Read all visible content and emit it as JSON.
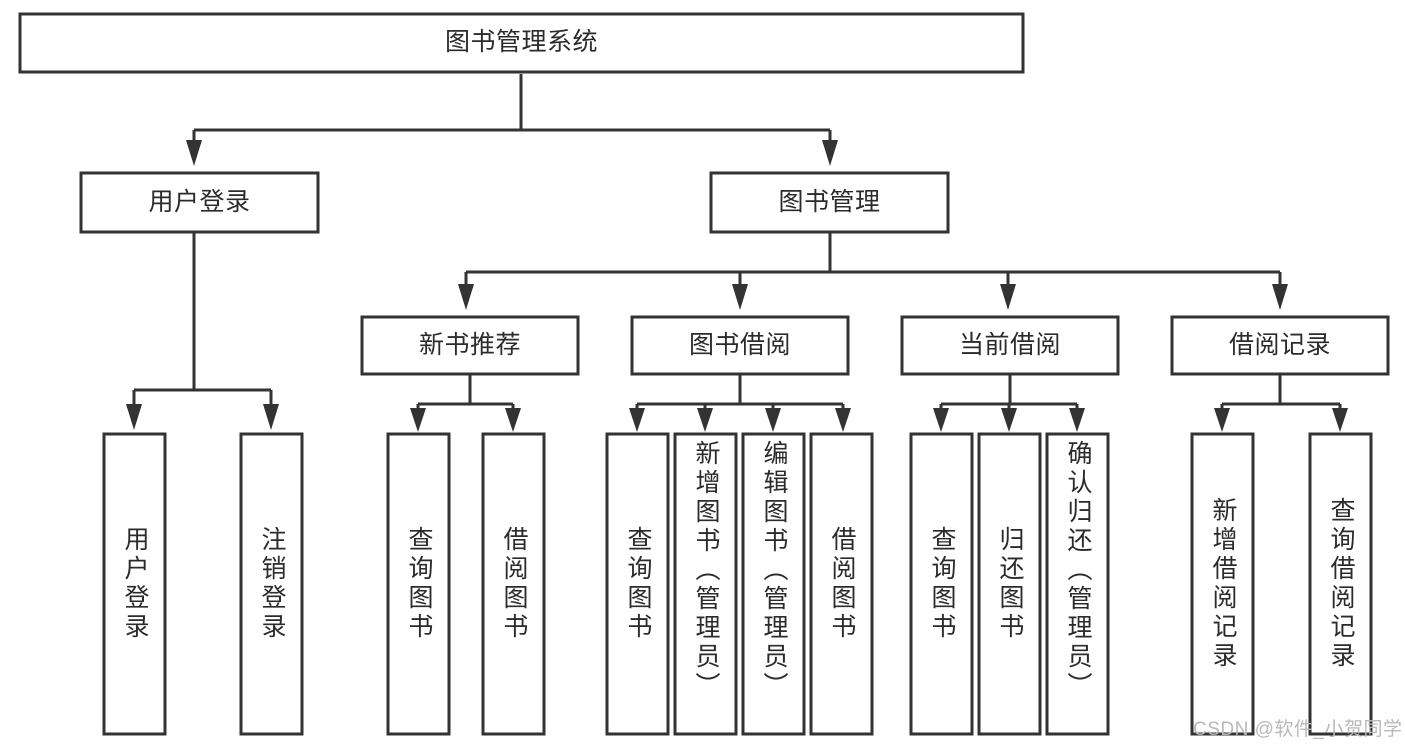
{
  "diagram": {
    "type": "tree-hierarchy",
    "title": "图书管理系统",
    "watermark": "CSDN @软件_小贺同学",
    "colors": {
      "stroke": "#333333",
      "fill": "#ffffff",
      "text": "#2b2b2b",
      "watermark": "#b9b9b9"
    },
    "nodes": {
      "root": {
        "label": "图书管理系统",
        "level": 0,
        "orientation": "horizontal"
      },
      "l1": [
        {
          "id": "user-login",
          "label": "用户登录",
          "level": 1,
          "orientation": "horizontal"
        },
        {
          "id": "book-manage",
          "label": "图书管理",
          "level": 1,
          "orientation": "horizontal"
        }
      ],
      "l2": [
        {
          "id": "new-book-rec",
          "label": "新书推荐",
          "level": 2,
          "orientation": "horizontal"
        },
        {
          "id": "book-borrow",
          "label": "图书借阅",
          "level": 2,
          "orientation": "horizontal"
        },
        {
          "id": "current-borrow",
          "label": "当前借阅",
          "level": 2,
          "orientation": "horizontal"
        },
        {
          "id": "borrow-record",
          "label": "借阅记录",
          "level": 2,
          "orientation": "horizontal"
        }
      ],
      "leaves": [
        {
          "id": "leaf-user-login",
          "label": "用户登录",
          "parent": "user-login",
          "orientation": "vertical"
        },
        {
          "id": "leaf-user-logout",
          "label": "注销登录",
          "parent": "user-login",
          "orientation": "vertical"
        },
        {
          "id": "leaf-query-book-1",
          "label": "查询图书",
          "parent": "new-book-rec",
          "orientation": "vertical"
        },
        {
          "id": "leaf-borrow-book-1",
          "label": "借阅图书",
          "parent": "new-book-rec",
          "orientation": "vertical"
        },
        {
          "id": "leaf-query-book-2",
          "label": "查询图书",
          "parent": "book-borrow",
          "orientation": "vertical"
        },
        {
          "id": "leaf-add-book",
          "label": "新增图书（管理员）",
          "parent": "book-borrow",
          "orientation": "vertical"
        },
        {
          "id": "leaf-edit-book",
          "label": "编辑图书（管理员）",
          "parent": "book-borrow",
          "orientation": "vertical"
        },
        {
          "id": "leaf-borrow-book-2",
          "label": "借阅图书",
          "parent": "book-borrow",
          "orientation": "vertical"
        },
        {
          "id": "leaf-query-book-3",
          "label": "查询图书",
          "parent": "current-borrow",
          "orientation": "vertical"
        },
        {
          "id": "leaf-return-book",
          "label": "归还图书",
          "parent": "current-borrow",
          "orientation": "vertical"
        },
        {
          "id": "leaf-confirm-return",
          "label": "确认归还（管理员）",
          "parent": "current-borrow",
          "orientation": "vertical"
        },
        {
          "id": "leaf-add-record",
          "label": "新增借阅记录",
          "parent": "borrow-record",
          "orientation": "vertical"
        },
        {
          "id": "leaf-query-record",
          "label": "查询借阅记录",
          "parent": "borrow-record",
          "orientation": "vertical"
        }
      ]
    },
    "edges": [
      {
        "from": "root",
        "to": "user-login"
      },
      {
        "from": "root",
        "to": "book-manage"
      },
      {
        "from": "book-manage",
        "to": "new-book-rec"
      },
      {
        "from": "book-manage",
        "to": "book-borrow"
      },
      {
        "from": "book-manage",
        "to": "current-borrow"
      },
      {
        "from": "book-manage",
        "to": "borrow-record"
      },
      {
        "from": "user-login",
        "to": "leaf-user-login"
      },
      {
        "from": "user-login",
        "to": "leaf-user-logout"
      },
      {
        "from": "new-book-rec",
        "to": "leaf-query-book-1"
      },
      {
        "from": "new-book-rec",
        "to": "leaf-borrow-book-1"
      },
      {
        "from": "book-borrow",
        "to": "leaf-query-book-2"
      },
      {
        "from": "book-borrow",
        "to": "leaf-add-book"
      },
      {
        "from": "book-borrow",
        "to": "leaf-edit-book"
      },
      {
        "from": "book-borrow",
        "to": "leaf-borrow-book-2"
      },
      {
        "from": "current-borrow",
        "to": "leaf-query-book-3"
      },
      {
        "from": "current-borrow",
        "to": "leaf-return-book"
      },
      {
        "from": "current-borrow",
        "to": "leaf-confirm-return"
      },
      {
        "from": "borrow-record",
        "to": "leaf-add-record"
      },
      {
        "from": "borrow-record",
        "to": "leaf-query-record"
      }
    ]
  }
}
